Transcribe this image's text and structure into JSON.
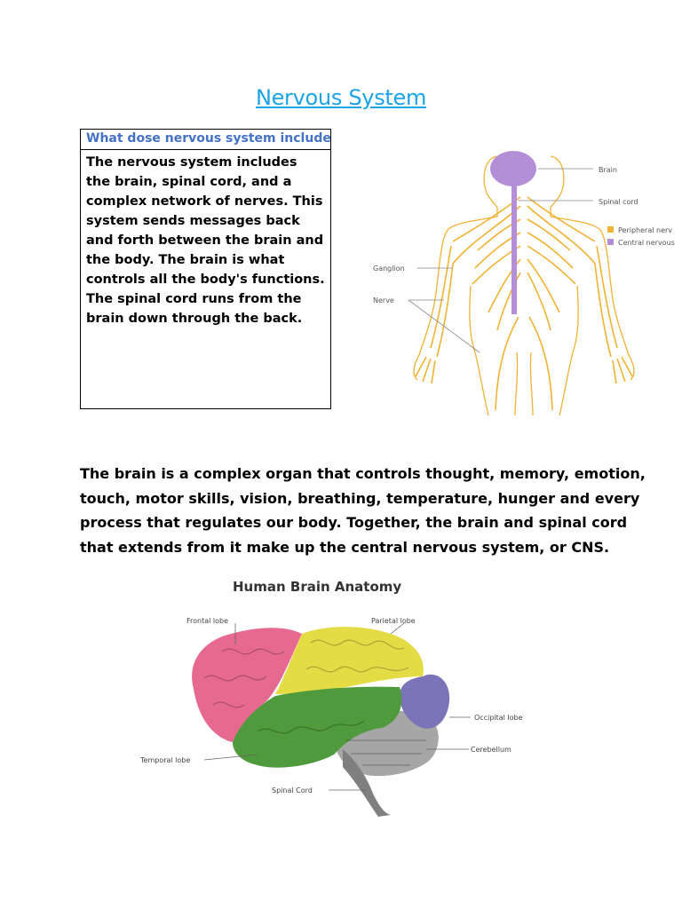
{
  "title": "Nervous System",
  "question_box": {
    "heading": "What dose nervous system include?",
    "body": "The nervous system includes the brain, spinal cord, and a complex network of nerves. This system sends messages back and forth between the brain and the body. The brain is what controls all the body's functions. The spinal cord runs from the brain down through the back."
  },
  "nervous_figure": {
    "labels": {
      "brain": "Brain",
      "spinal_cord": "Spinal cord",
      "ganglion": "Ganglion",
      "nerve": "Nerve",
      "legend_peripheral": "Peripheral nerv",
      "legend_central": "Central nervous"
    },
    "colors": {
      "peripheral": "#f2b233",
      "central": "#b48fd8"
    }
  },
  "paragraph": "The brain is a complex organ that controls thought, memory, emotion, touch, motor skills, vision, breathing, temperature, hunger and every process that regulates our body. Together, the brain and spinal cord that extends from it make up the central nervous system, or CNS.",
  "brain_figure": {
    "title": "Human Brain Anatomy",
    "labels": {
      "frontal": "Frontal lobe",
      "parietal": "Parietal lobe",
      "occipital": "Occipital lobe",
      "cerebellum": "Cerebellum",
      "temporal": "Temporal lobe",
      "spinal_cord": "Spinal Cord"
    },
    "colors": {
      "frontal": "#e6698f",
      "parietal": "#e4dc45",
      "occipital": "#7b74b8",
      "temporal": "#4f9a3c",
      "cerebellum": "#a6a6a6"
    }
  }
}
